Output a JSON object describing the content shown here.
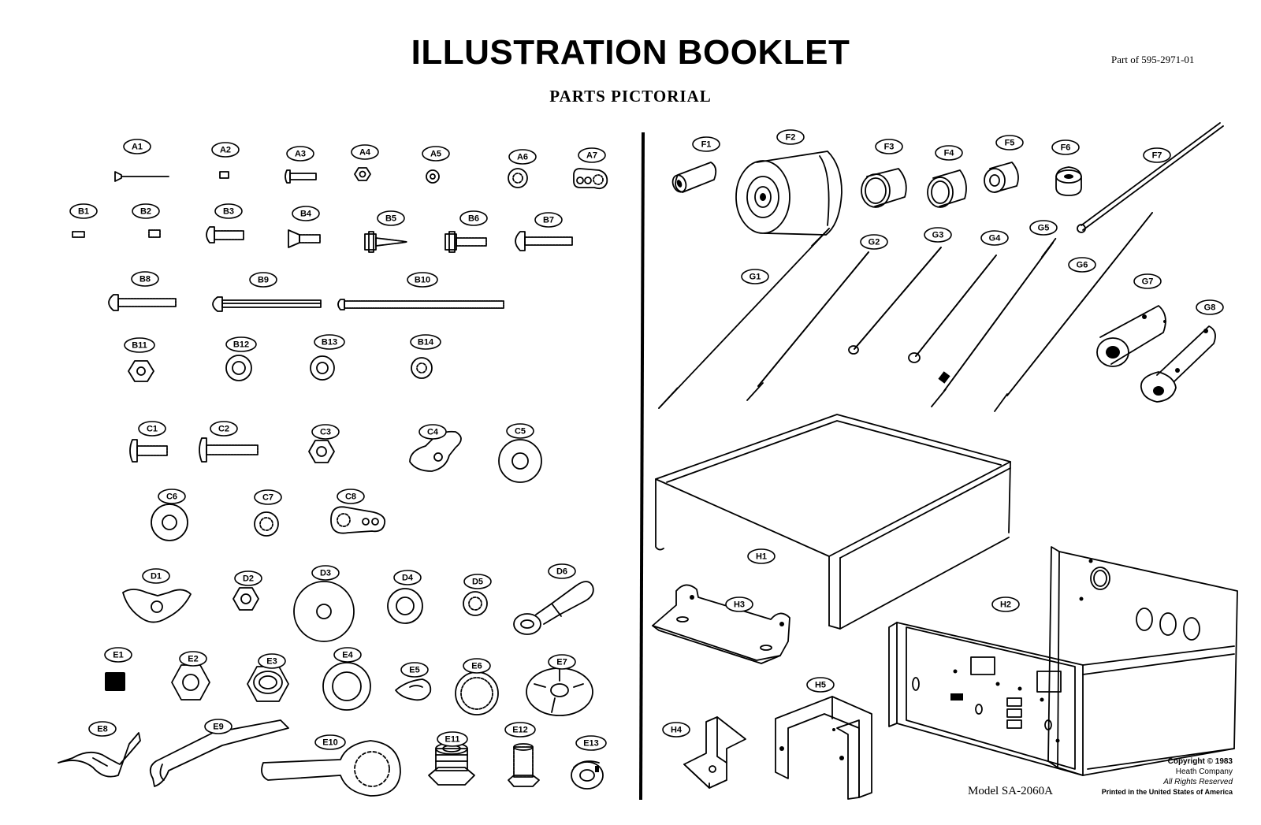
{
  "header": {
    "title": "ILLUSTRATION BOOKLET",
    "subtitle": "PARTS PICTORIAL",
    "part_of": "Part of 595-2971-01"
  },
  "footer": {
    "model": "Model SA-2060A",
    "copyright_line1": "Copyright © 1983",
    "copyright_line2": "Heath Company",
    "copyright_line3": "All Rights Reserved",
    "copyright_line4": "Printed in the United States of America"
  },
  "labels": {
    "A1": "A1",
    "A2": "A2",
    "A3": "A3",
    "A4": "A4",
    "A5": "A5",
    "A6": "A6",
    "A7": "A7",
    "B1": "B1",
    "B2": "B2",
    "B3": "B3",
    "B4": "B4",
    "B5": "B5",
    "B6": "B6",
    "B7": "B7",
    "B8": "B8",
    "B9": "B9",
    "B10": "B10",
    "B11": "B11",
    "B12": "B12",
    "B13": "B13",
    "B14": "B14",
    "C1": "C1",
    "C2": "C2",
    "C3": "C3",
    "C4": "C4",
    "C5": "C5",
    "C6": "C6",
    "C7": "C7",
    "C8": "C8",
    "D1": "D1",
    "D2": "D2",
    "D3": "D3",
    "D4": "D4",
    "D5": "D5",
    "D6": "D6",
    "E1": "E1",
    "E2": "E2",
    "E3": "E3",
    "E4": "E4",
    "E5": "E5",
    "E6": "E6",
    "E7": "E7",
    "E8": "E8",
    "E9": "E9",
    "E10": "E10",
    "E11": "E11",
    "E12": "E12",
    "E13": "E13",
    "F1": "F1",
    "F2": "F2",
    "F3": "F3",
    "F4": "F4",
    "F5": "F5",
    "F6": "F6",
    "F7": "F7",
    "G1": "G1",
    "G2": "G2",
    "G3": "G3",
    "G4": "G4",
    "G5": "G5",
    "G6": "G6",
    "G7": "G7",
    "G8": "G8",
    "H1": "H1",
    "H2": "H2",
    "H3": "H3",
    "H4": "H4",
    "H5": "H5"
  }
}
